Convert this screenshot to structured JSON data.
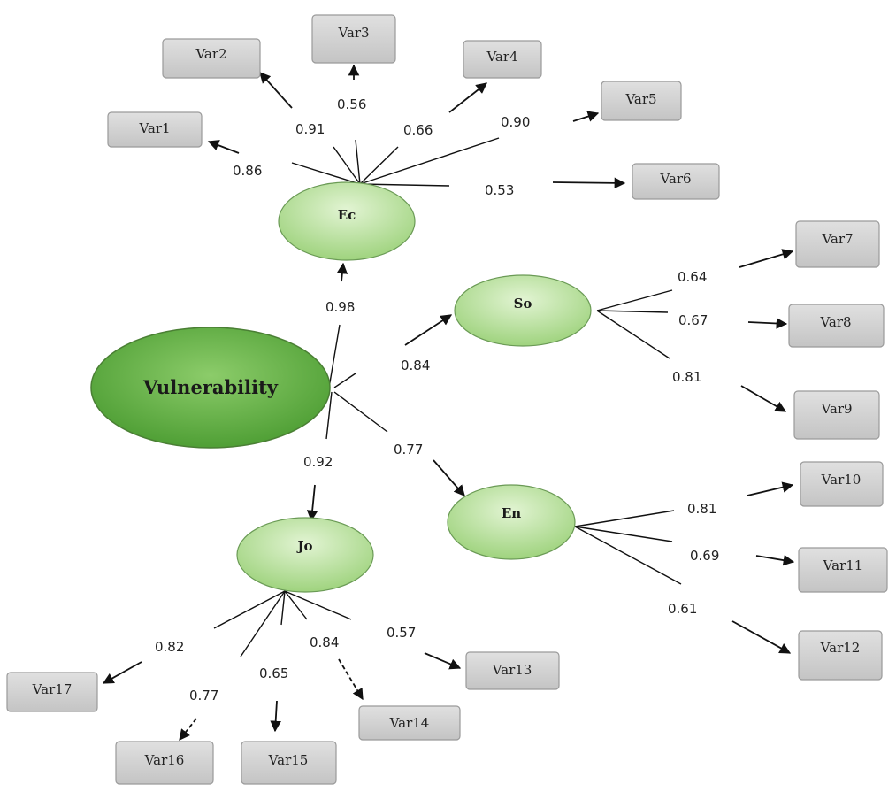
{
  "root": {
    "label": "Vulnerability"
  },
  "factors": [
    {
      "id": "Ec",
      "label": "Ec",
      "loading": "0.98"
    },
    {
      "id": "So",
      "label": "So",
      "loading": "0.84"
    },
    {
      "id": "En",
      "label": "En",
      "loading": "0.77"
    },
    {
      "id": "Jo",
      "label": "Jo",
      "loading": "0.92"
    }
  ],
  "indicators": [
    {
      "label": "Var1",
      "factor": "Ec",
      "loading": "0.86"
    },
    {
      "label": "Var2",
      "factor": "Ec",
      "loading": "0.91"
    },
    {
      "label": "Var3",
      "factor": "Ec",
      "loading": "0.56"
    },
    {
      "label": "Var4",
      "factor": "Ec",
      "loading": "0.66"
    },
    {
      "label": "Var5",
      "factor": "Ec",
      "loading": "0.90"
    },
    {
      "label": "Var6",
      "factor": "Ec",
      "loading": "0.53"
    },
    {
      "label": "Var7",
      "factor": "So",
      "loading": "0.64"
    },
    {
      "label": "Var8",
      "factor": "So",
      "loading": "0.67"
    },
    {
      "label": "Var9",
      "factor": "So",
      "loading": "0.81"
    },
    {
      "label": "Var10",
      "factor": "En",
      "loading": "0.81"
    },
    {
      "label": "Var11",
      "factor": "En",
      "loading": "0.69"
    },
    {
      "label": "Var12",
      "factor": "En",
      "loading": "0.61"
    },
    {
      "label": "Var13",
      "factor": "Jo",
      "loading": "0.57"
    },
    {
      "label": "Var14",
      "factor": "Jo",
      "loading": "0.84"
    },
    {
      "label": "Var15",
      "factor": "Jo",
      "loading": "0.65"
    },
    {
      "label": "Var16",
      "factor": "Jo",
      "loading": "0.77"
    },
    {
      "label": "Var17",
      "factor": "Jo",
      "loading": "0.82"
    }
  ],
  "colors": {
    "root_fill": "#5fb043",
    "factor_fill": "#b9e0a0",
    "box_fill": "#cfcfcf"
  }
}
